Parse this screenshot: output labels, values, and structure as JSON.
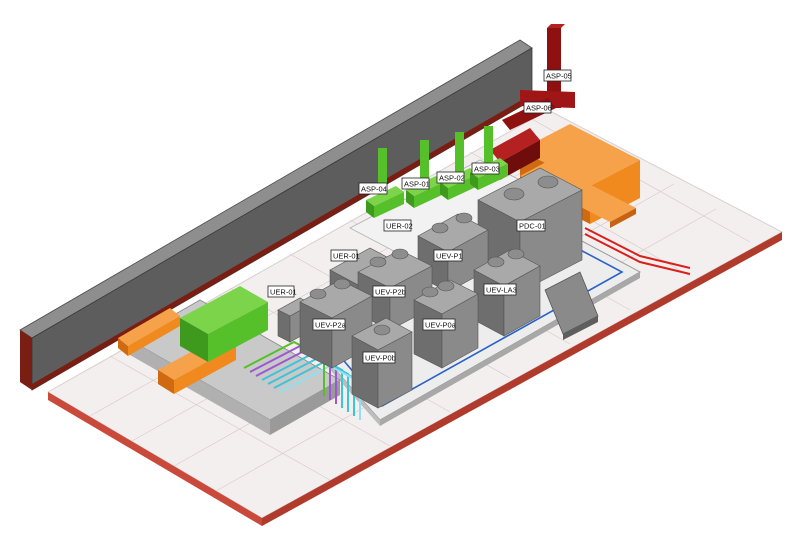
{
  "colors": {
    "floor": "#f4efef",
    "floor_edge": "#c94a3a",
    "wall_top": "#8e8e8e",
    "wall_side": "#5d5d5d",
    "wall_base": "#7a1d12",
    "unit_top": "#a9a9a9",
    "unit_left": "#6e6e6e",
    "unit_right": "#8a8a8a",
    "green_duct": "#56c02a",
    "orange_duct": "#f08a1e",
    "dark_red_duct": "#8f1010",
    "red_line": "#d8201c",
    "blue_line": "#2a62c9",
    "pipe_purple": "#9b59d0",
    "pipe_cyan": "#3cc4d8"
  },
  "labels": {
    "asp05": "ASP-05",
    "asp06": "ASP-06",
    "asp04": "ASP-04",
    "asp01": "ASP-01",
    "asp02": "ASP-02",
    "asp03": "ASP-03",
    "uer02": "UER-02",
    "pdc01": "PDC-01",
    "uer01_top": "UER-01",
    "uevp1": "UEV-P1",
    "uer01": "UER-01",
    "uevp2b": "UEV-P2b",
    "uevla3": "UEV-LA3",
    "uevp2a": "UEV-P2a",
    "uevp0a": "UEV-P0a",
    "uevp0b": "UEV-P0b"
  }
}
